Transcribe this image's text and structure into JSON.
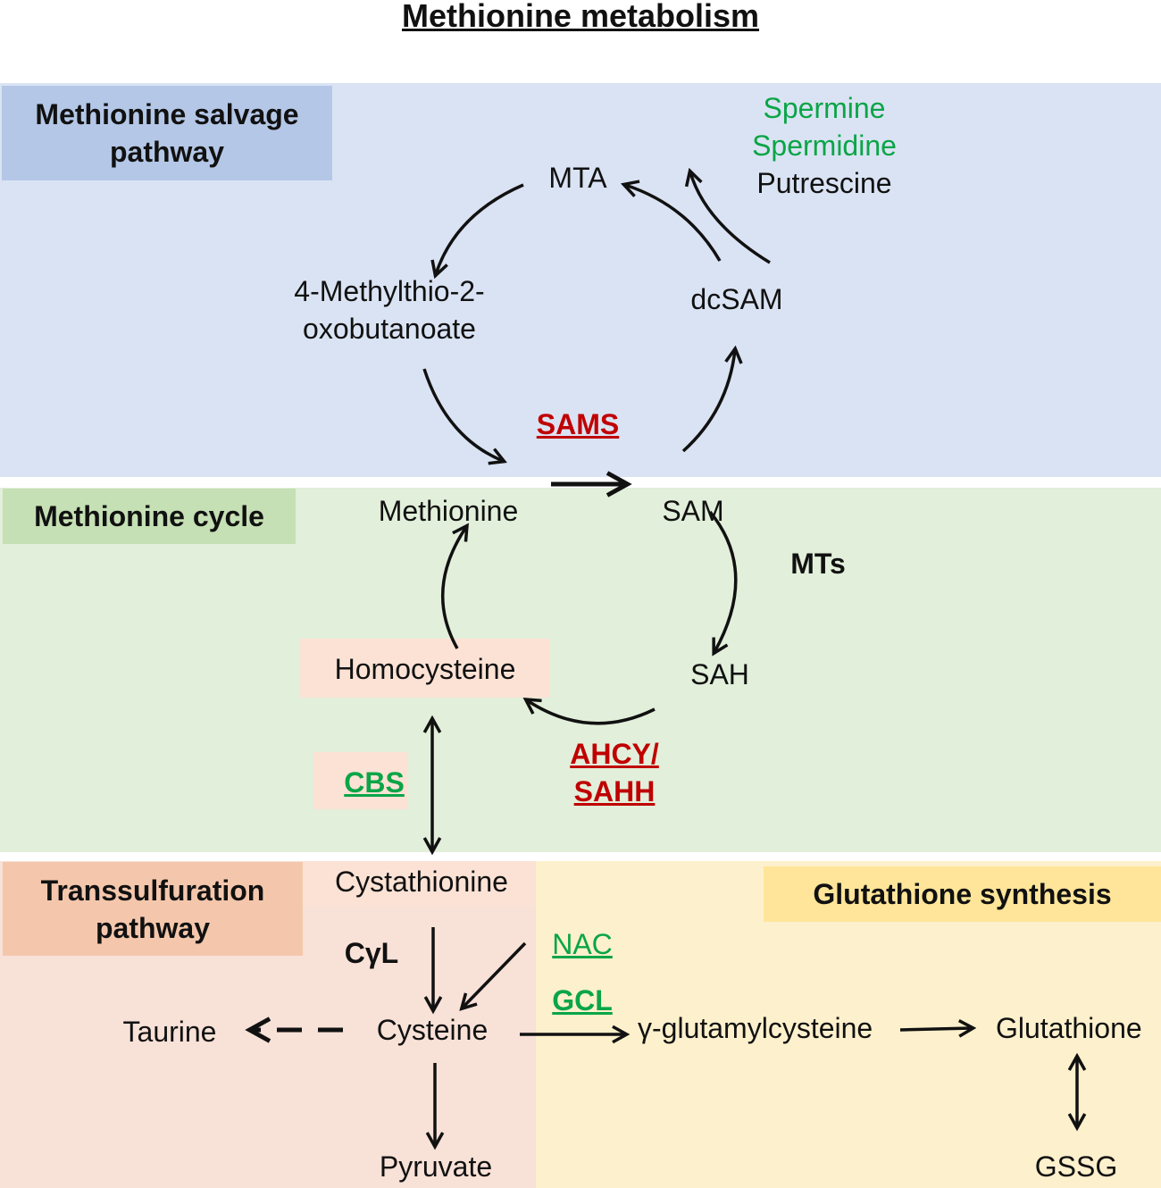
{
  "title": "Methionine metabolism",
  "colors": {
    "salvage_bg": "#dae3f3",
    "salvage_tag": "#b4c7e7",
    "cycle_bg": "#e2efda",
    "cycle_tag": "#c5e0b4",
    "trans_bg": "#f8e1d7",
    "trans_tag": "#f4c7ac",
    "glut_bg": "#fdf0cc",
    "glut_tag": "#ffe599",
    "highlight": "#fbe2d5",
    "red": "#c00000",
    "green": "#0aa547",
    "black": "#111111"
  },
  "sections": {
    "salvage": "Methionine salvage\npathway",
    "cycle": "Methionine cycle",
    "transsulfuration": "Transsulfuration\npathway",
    "glutathione": "Glutathione synthesis"
  },
  "metabolites": {
    "mta": "MTA",
    "spermine": "Spermine",
    "spermidine": "Spermidine",
    "putrescine": "Putrescine",
    "mob": "4-Methylthio-2-\noxobutanoate",
    "dcsam": "dcSAM",
    "methionine": "Methionine",
    "sam": "SAM",
    "sah": "SAH",
    "homocysteine": "Homocysteine",
    "cystathionine": "Cystathionine",
    "cysteine": "Cysteine",
    "taurine": "Taurine",
    "pyruvate": "Pyruvate",
    "nac": "NAC",
    "gglu": "γ-glutamylcysteine",
    "glutathione": "Glutathione",
    "gssg": "GSSG"
  },
  "enzymes": {
    "sams": "SAMS",
    "mts": "MTs",
    "ahcy": "AHCY/\nSAHH",
    "cbs": "CBS",
    "cyl": "CγL",
    "gcl": "GCL"
  }
}
